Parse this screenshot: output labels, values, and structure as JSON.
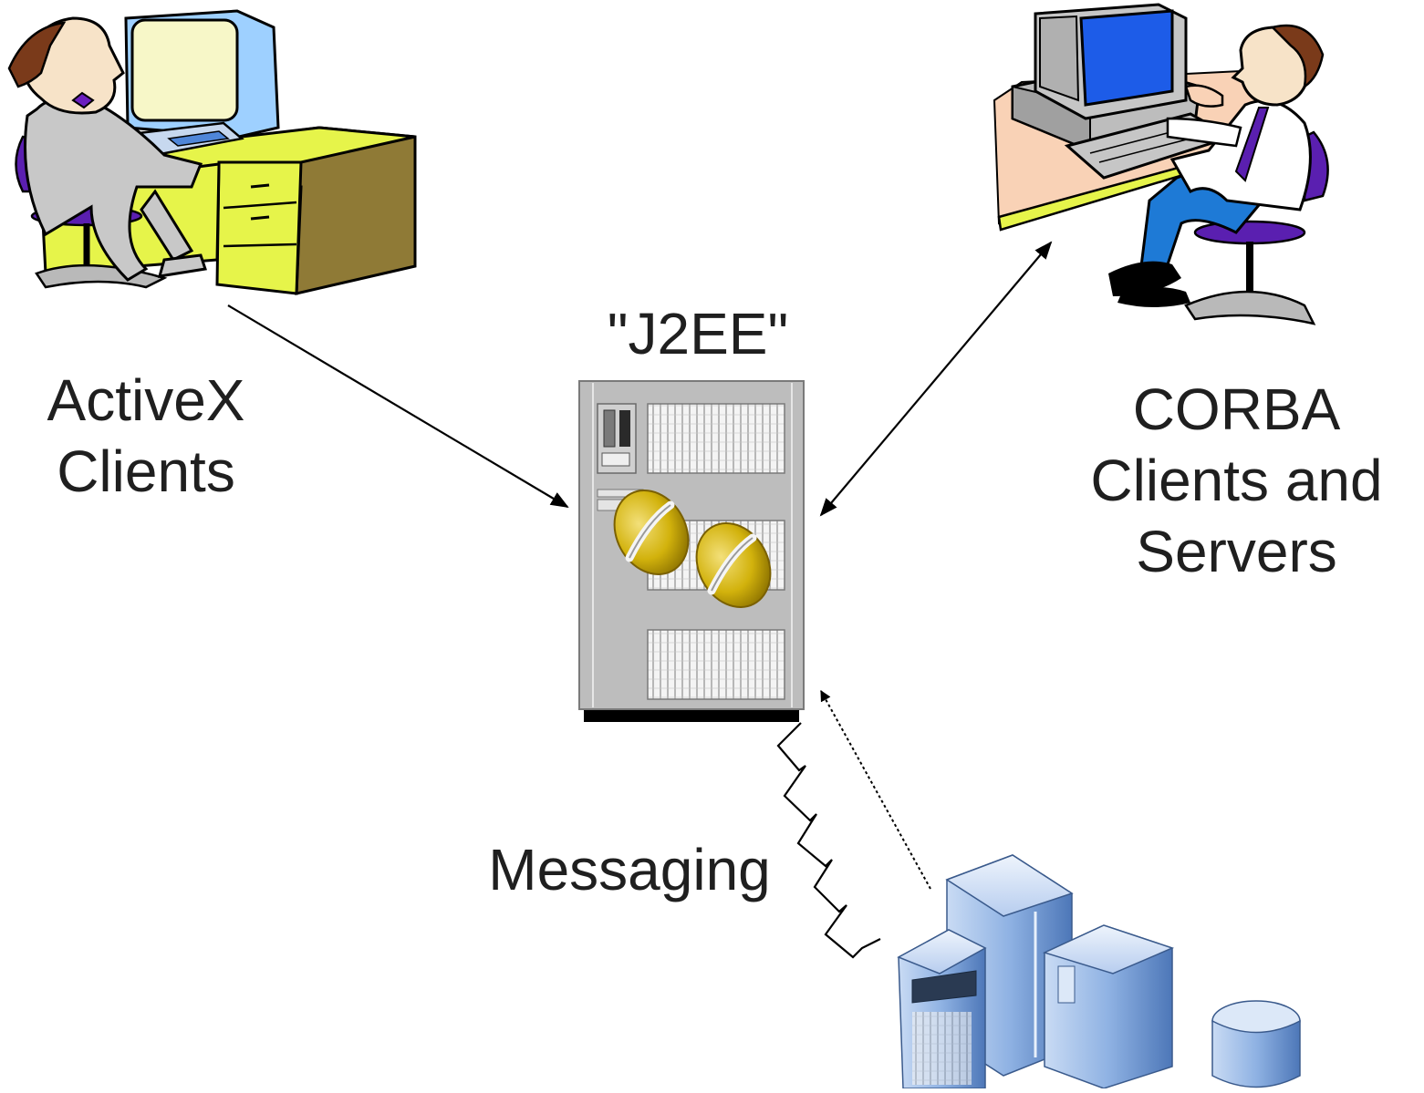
{
  "labels": {
    "j2ee": "\"J2EE\"",
    "activex": [
      "ActiveX",
      "Clients"
    ],
    "corba": [
      "CORBA",
      "Clients and",
      "Servers"
    ],
    "messaging": "Messaging"
  },
  "icons": {
    "left_clipart": "person-at-desk-computer-icon",
    "right_clipart": "person-at-workstation-icon",
    "center": "server-tower-with-beans-icon",
    "bottom_right": "server-cluster-with-database-icon"
  },
  "colors": {
    "desk_yellow": "#e6f44a",
    "desk_brown": "#8f7a36",
    "server_gray": "#b9b9b9",
    "bean_gold": "#d2b20c",
    "screen_blue": "#1d5ce8",
    "server_blue": "#8fb2e3",
    "chair_purple": "#5a1fb0",
    "arrow": "#000000"
  }
}
